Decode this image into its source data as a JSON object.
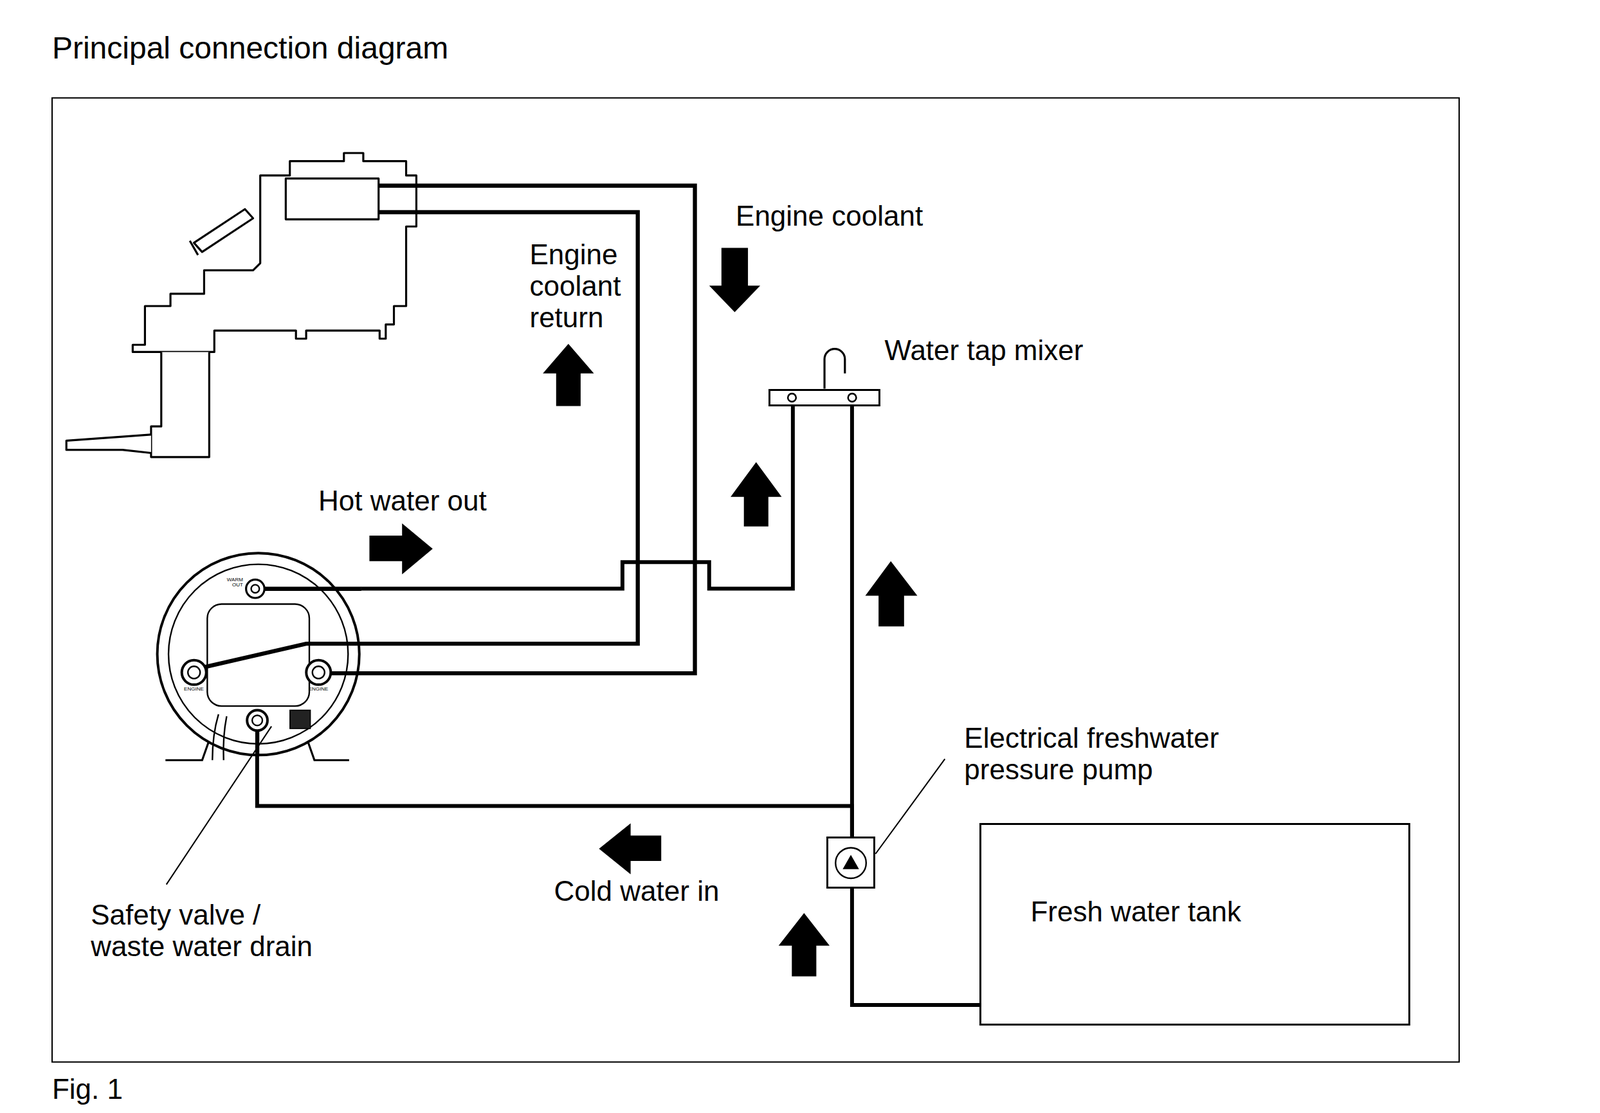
{
  "diagram": {
    "title": "Principal connection diagram",
    "caption": "Fig. 1",
    "nodes": [
      {
        "text": [
          "Water tap mixer"
        ]
      },
      {
        "text": [
          "WARM OUT",
          "ENGINE",
          "ENGINE"
        ]
      },
      {
        "text": [
          "Electrical freshwater pressure pump"
        ]
      },
      {
        "text": [
          "Fresh water tank"
        ]
      }
    ],
    "edges": [
      {
        "from": 3,
        "to": 2,
        "arrow": "none"
      },
      {
        "from": 2,
        "to": 0,
        "arrow": "none"
      },
      {
        "from": 2,
        "to": 1,
        "arrow": "none",
        "label": "Cold water in"
      },
      {
        "from": 1,
        "to": 0,
        "arrow": "none",
        "label": "Hot water out"
      }
    ],
    "labels": [
      "Engine coolant",
      "Engine coolant return",
      "Safety valve / waste water drain"
    ]
  }
}
